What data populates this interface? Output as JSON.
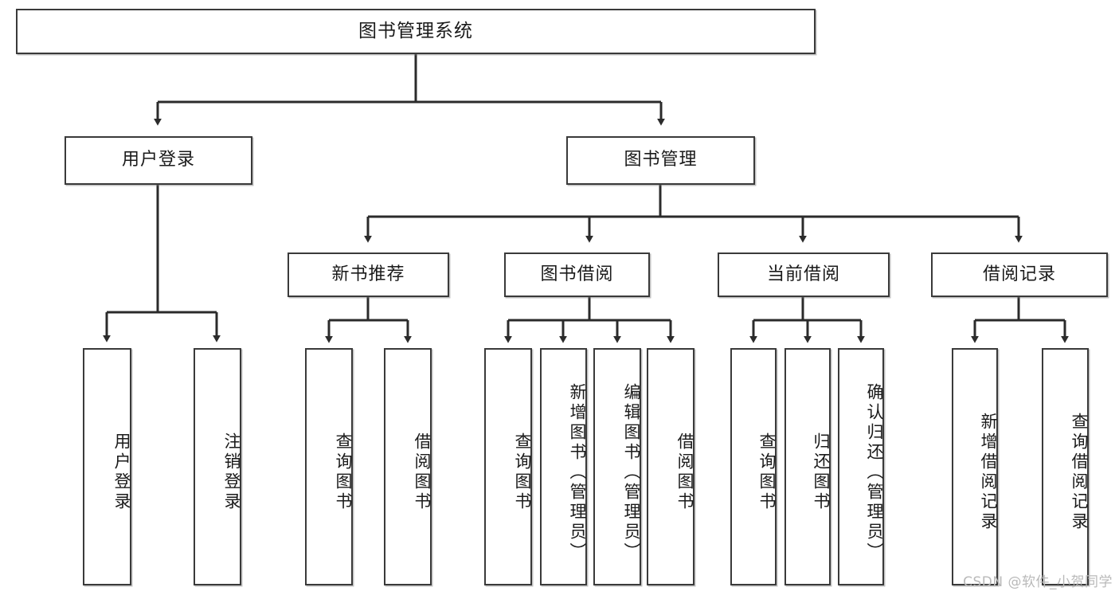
{
  "diagram": {
    "title": "图书管理系统",
    "type": "hierarchy-tree",
    "watermark": "CSDN @软件_小贺同学",
    "colors": {
      "box_border": "#3a3a3a",
      "box_fill": "#ffffff",
      "edge": "#2b2b2b",
      "text": "#1a1a1a",
      "watermark": "#b9b9b9"
    },
    "root": {
      "label": "图书管理系统"
    },
    "level2": [
      {
        "label": "用户登录"
      },
      {
        "label": "图书管理"
      }
    ],
    "level3": [
      {
        "label": "新书推荐"
      },
      {
        "label": "图书借阅"
      },
      {
        "label": "当前借阅"
      },
      {
        "label": "借阅记录"
      }
    ],
    "leaves": {
      "user_login": [
        {
          "label": "用户登录"
        },
        {
          "label": "注销登录"
        }
      ],
      "new_book_recommend": [
        {
          "label": "查询图书"
        },
        {
          "label": "借阅图书"
        }
      ],
      "book_borrow": [
        {
          "label": "查询图书"
        },
        {
          "label": "新增图书（管理员）"
        },
        {
          "label": "编辑图书（管理员）"
        },
        {
          "label": "借阅图书"
        }
      ],
      "current_borrow": [
        {
          "label": "查询图书"
        },
        {
          "label": "归还图书"
        },
        {
          "label": "确认归还（管理员）"
        }
      ],
      "borrow_records": [
        {
          "label": "新增借阅记录"
        },
        {
          "label": "查询借阅记录"
        }
      ]
    }
  }
}
